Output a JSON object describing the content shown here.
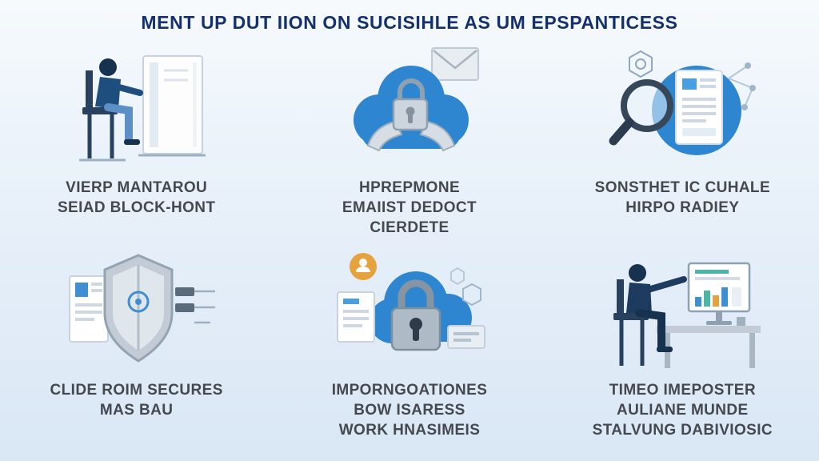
{
  "title": "MENT UP DUT IION ON SUCISIHLE AS UM EPSPANTICESS",
  "panels": [
    {
      "name": "workstation",
      "caption_lines": [
        "VIERP MANTAROU",
        "SEIAD BLOCK-HONT",
        ""
      ]
    },
    {
      "name": "cloud-email",
      "caption_lines": [
        "HPREPMONE",
        "EMAIIST DEDOCT",
        "CIERDETE"
      ]
    },
    {
      "name": "inspection",
      "caption_lines": [
        "SONSTHET IC CUHALE",
        "HIRPO RADIEY",
        ""
      ]
    },
    {
      "name": "shield",
      "caption_lines": [
        "CLIDE ROIM SECURES",
        "MAS BAU",
        ""
      ]
    },
    {
      "name": "padlock",
      "caption_lines": [
        "IMPORNGOATIONES",
        "BOW ISARESS",
        "WORK HNASIMEIS"
      ]
    },
    {
      "name": "monitoring",
      "caption_lines": [
        "TIMEO IMEPOSTER",
        "AULIANE MUNDE",
        "STALVUNG DABIVIOSIC"
      ]
    }
  ],
  "colors": {
    "title_navy": "#14306e",
    "caption_gray": "#45484f",
    "accent_blue": "#2e86d0",
    "light_blue": "#7fb3e0",
    "person_navy": "#16324f",
    "steel_gray": "#aebac6",
    "orange": "#e6a23c",
    "background": "#e4eef8"
  }
}
